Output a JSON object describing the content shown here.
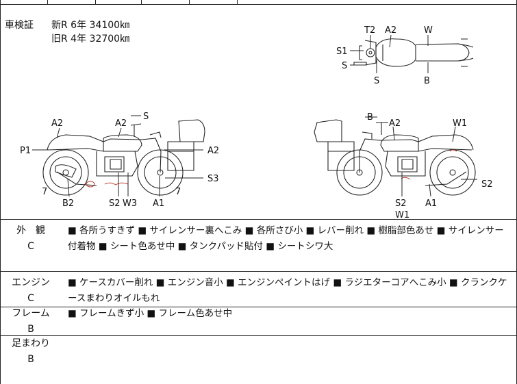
{
  "inspection": {
    "label": "車検証",
    "new_r": "新R 6年 34100㎞",
    "old_r": "旧R 4年 32700㎞"
  },
  "callouts": {
    "top": [
      "T2",
      "A2",
      "W",
      "S1",
      "S",
      "S",
      "B"
    ],
    "left": [
      "A2",
      "A2",
      "S",
      "P1",
      "A2",
      "S3",
      "7",
      "7",
      "B2",
      "S2",
      "W3",
      "A1"
    ],
    "right": [
      "B",
      "A2",
      "W1",
      "S2",
      "S2",
      "W1",
      "A1"
    ]
  },
  "sections": [
    {
      "name": "外　観",
      "grade": "C",
      "detail": "■ 各所うすきず ■ サイレンサー裏へこみ ■ 各所さび小 ■ レバー削れ ■ 樹脂部色あせ ■ サイレンサー付着物 ■ シート色あせ中 ■ タンクパッド貼付 ■ シートシワ大"
    },
    {
      "name": "エンジン",
      "grade": "C",
      "detail": "■ ケースカバー削れ ■ エンジン音小 ■ エンジンペイントはげ ■ ラジエターコアへこみ小 ■ クランクケースまわりオイルもれ"
    },
    {
      "name": "フレーム",
      "grade": "B",
      "detail": "■ フレームきず小 ■ フレーム色あせ中"
    },
    {
      "name": "足まわり",
      "grade": "B",
      "detail": ""
    }
  ]
}
